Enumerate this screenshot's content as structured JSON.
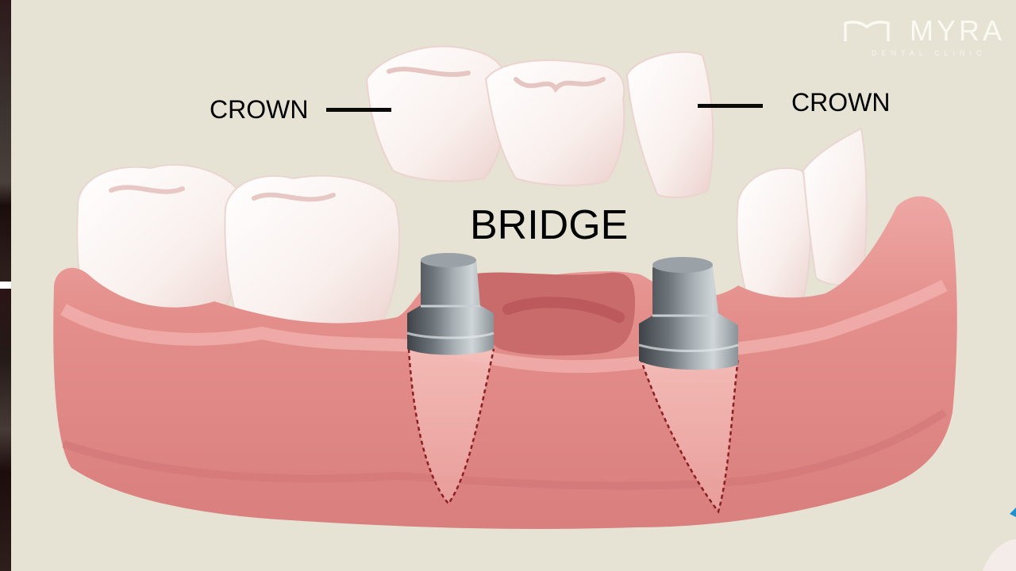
{
  "diagram": {
    "title": "BRIDGE",
    "labels": {
      "crown_left": "CROWN",
      "crown_right": "CROWN",
      "bridge": "BRIDGE"
    },
    "parts": [
      "bridge crown (left molar)",
      "bridge pontic (middle)",
      "bridge crown (right premolar)",
      "gum",
      "natural molars",
      "natural incisors",
      "abutment implant (left)",
      "abutment implant (right)",
      "root outline (dashed)"
    ]
  },
  "branding": {
    "logo_text": "MYRA",
    "logo_subtitle": "DENTAL CLINIC"
  },
  "colors": {
    "background": "#e6e3d4",
    "gum": "#e18f8d",
    "gum_dark": "#c86a6c",
    "gum_light": "#f2b6b2",
    "tooth": "#fbf5f1",
    "tooth_shadow": "#e9c9c6",
    "abutment": "#7f868c",
    "abutment_dark": "#3f4449",
    "abutment_light": "#c3c9cd",
    "root_dash": "#8a1f25",
    "label_text": "#000000",
    "logo": "#fbfaf2"
  }
}
